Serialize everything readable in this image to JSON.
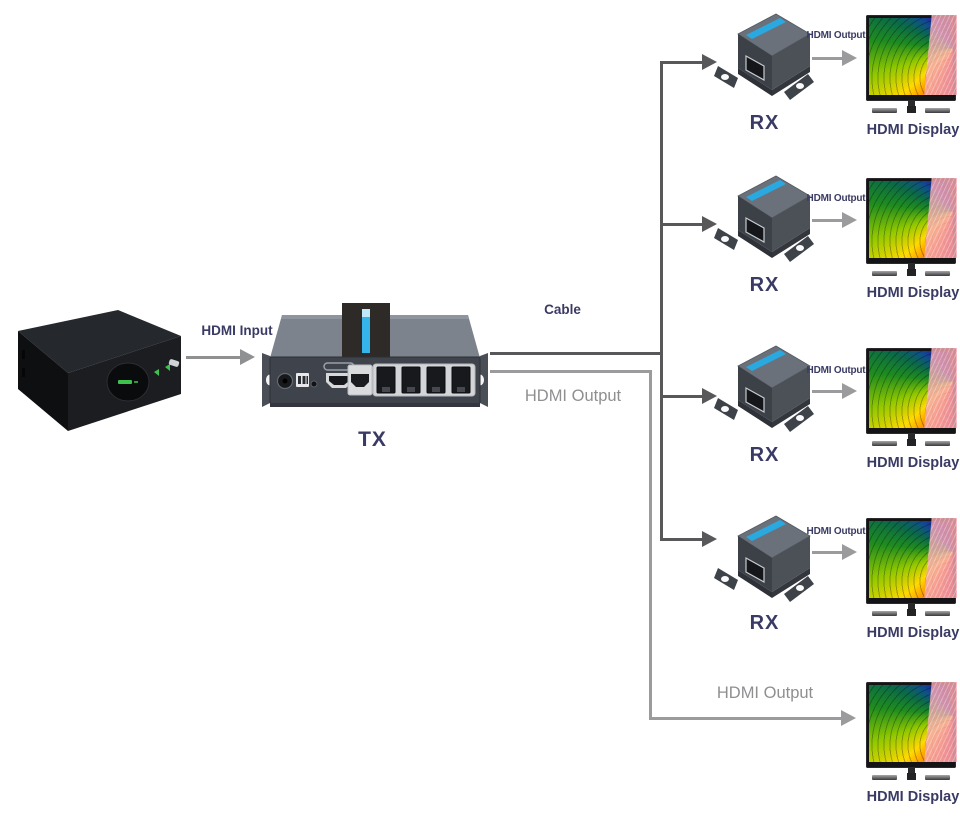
{
  "labels": {
    "hdmi_input": "HDMI Input",
    "cable": "Cable",
    "hdmi_output_mid": "HDMI Output",
    "hdmi_output_bottom": "HDMI Output",
    "tx": "TX"
  },
  "rx_rows": [
    {
      "rx": "RX",
      "hdmi_output": "HDMI Output",
      "display": "HDMI Display"
    },
    {
      "rx": "RX",
      "hdmi_output": "HDMI Output",
      "display": "HDMI Display"
    },
    {
      "rx": "RX",
      "hdmi_output": "HDMI Output",
      "display": "HDMI Display"
    },
    {
      "rx": "RX",
      "hdmi_output": "HDMI Output",
      "display": "HDMI Display"
    }
  ],
  "bottom_row": {
    "display": "HDMI Display"
  },
  "colors": {
    "line_dark": "#58585a",
    "line_gray": "#9b9b9d",
    "label_navy": "#3a3b64",
    "label_gray": "#8e8f91",
    "logo_blue": "#2aa9e1"
  }
}
